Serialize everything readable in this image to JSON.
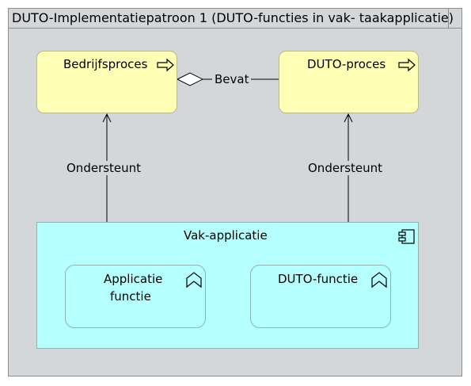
{
  "group": {
    "title": "DUTO-Implementatiepatroon 1 (DUTO-functies in vak- taakapplicatie)"
  },
  "nodes": {
    "bedrijfsproces": {
      "label": "Bedrijfsproces",
      "icon": "process-arrow-icon"
    },
    "duto_proces": {
      "label": "DUTO-proces",
      "icon": "process-arrow-icon"
    },
    "vak_applicatie": {
      "label": "Vak-applicatie",
      "icon": "application-component-icon"
    },
    "applicatie_functie": {
      "label_line1": "Applicatie",
      "label_line2": "functie",
      "icon": "application-function-icon"
    },
    "duto_functie": {
      "label": "DUTO-functie",
      "icon": "application-function-icon"
    }
  },
  "relations": {
    "bevat": "Bevat",
    "ondersteunt_left": "Ondersteunt",
    "ondersteunt_right": "Ondersteunt"
  },
  "colors": {
    "process_fill": "#ffffb5",
    "application_fill": "#b5ffff",
    "group_fill": "#d3d7d9"
  }
}
